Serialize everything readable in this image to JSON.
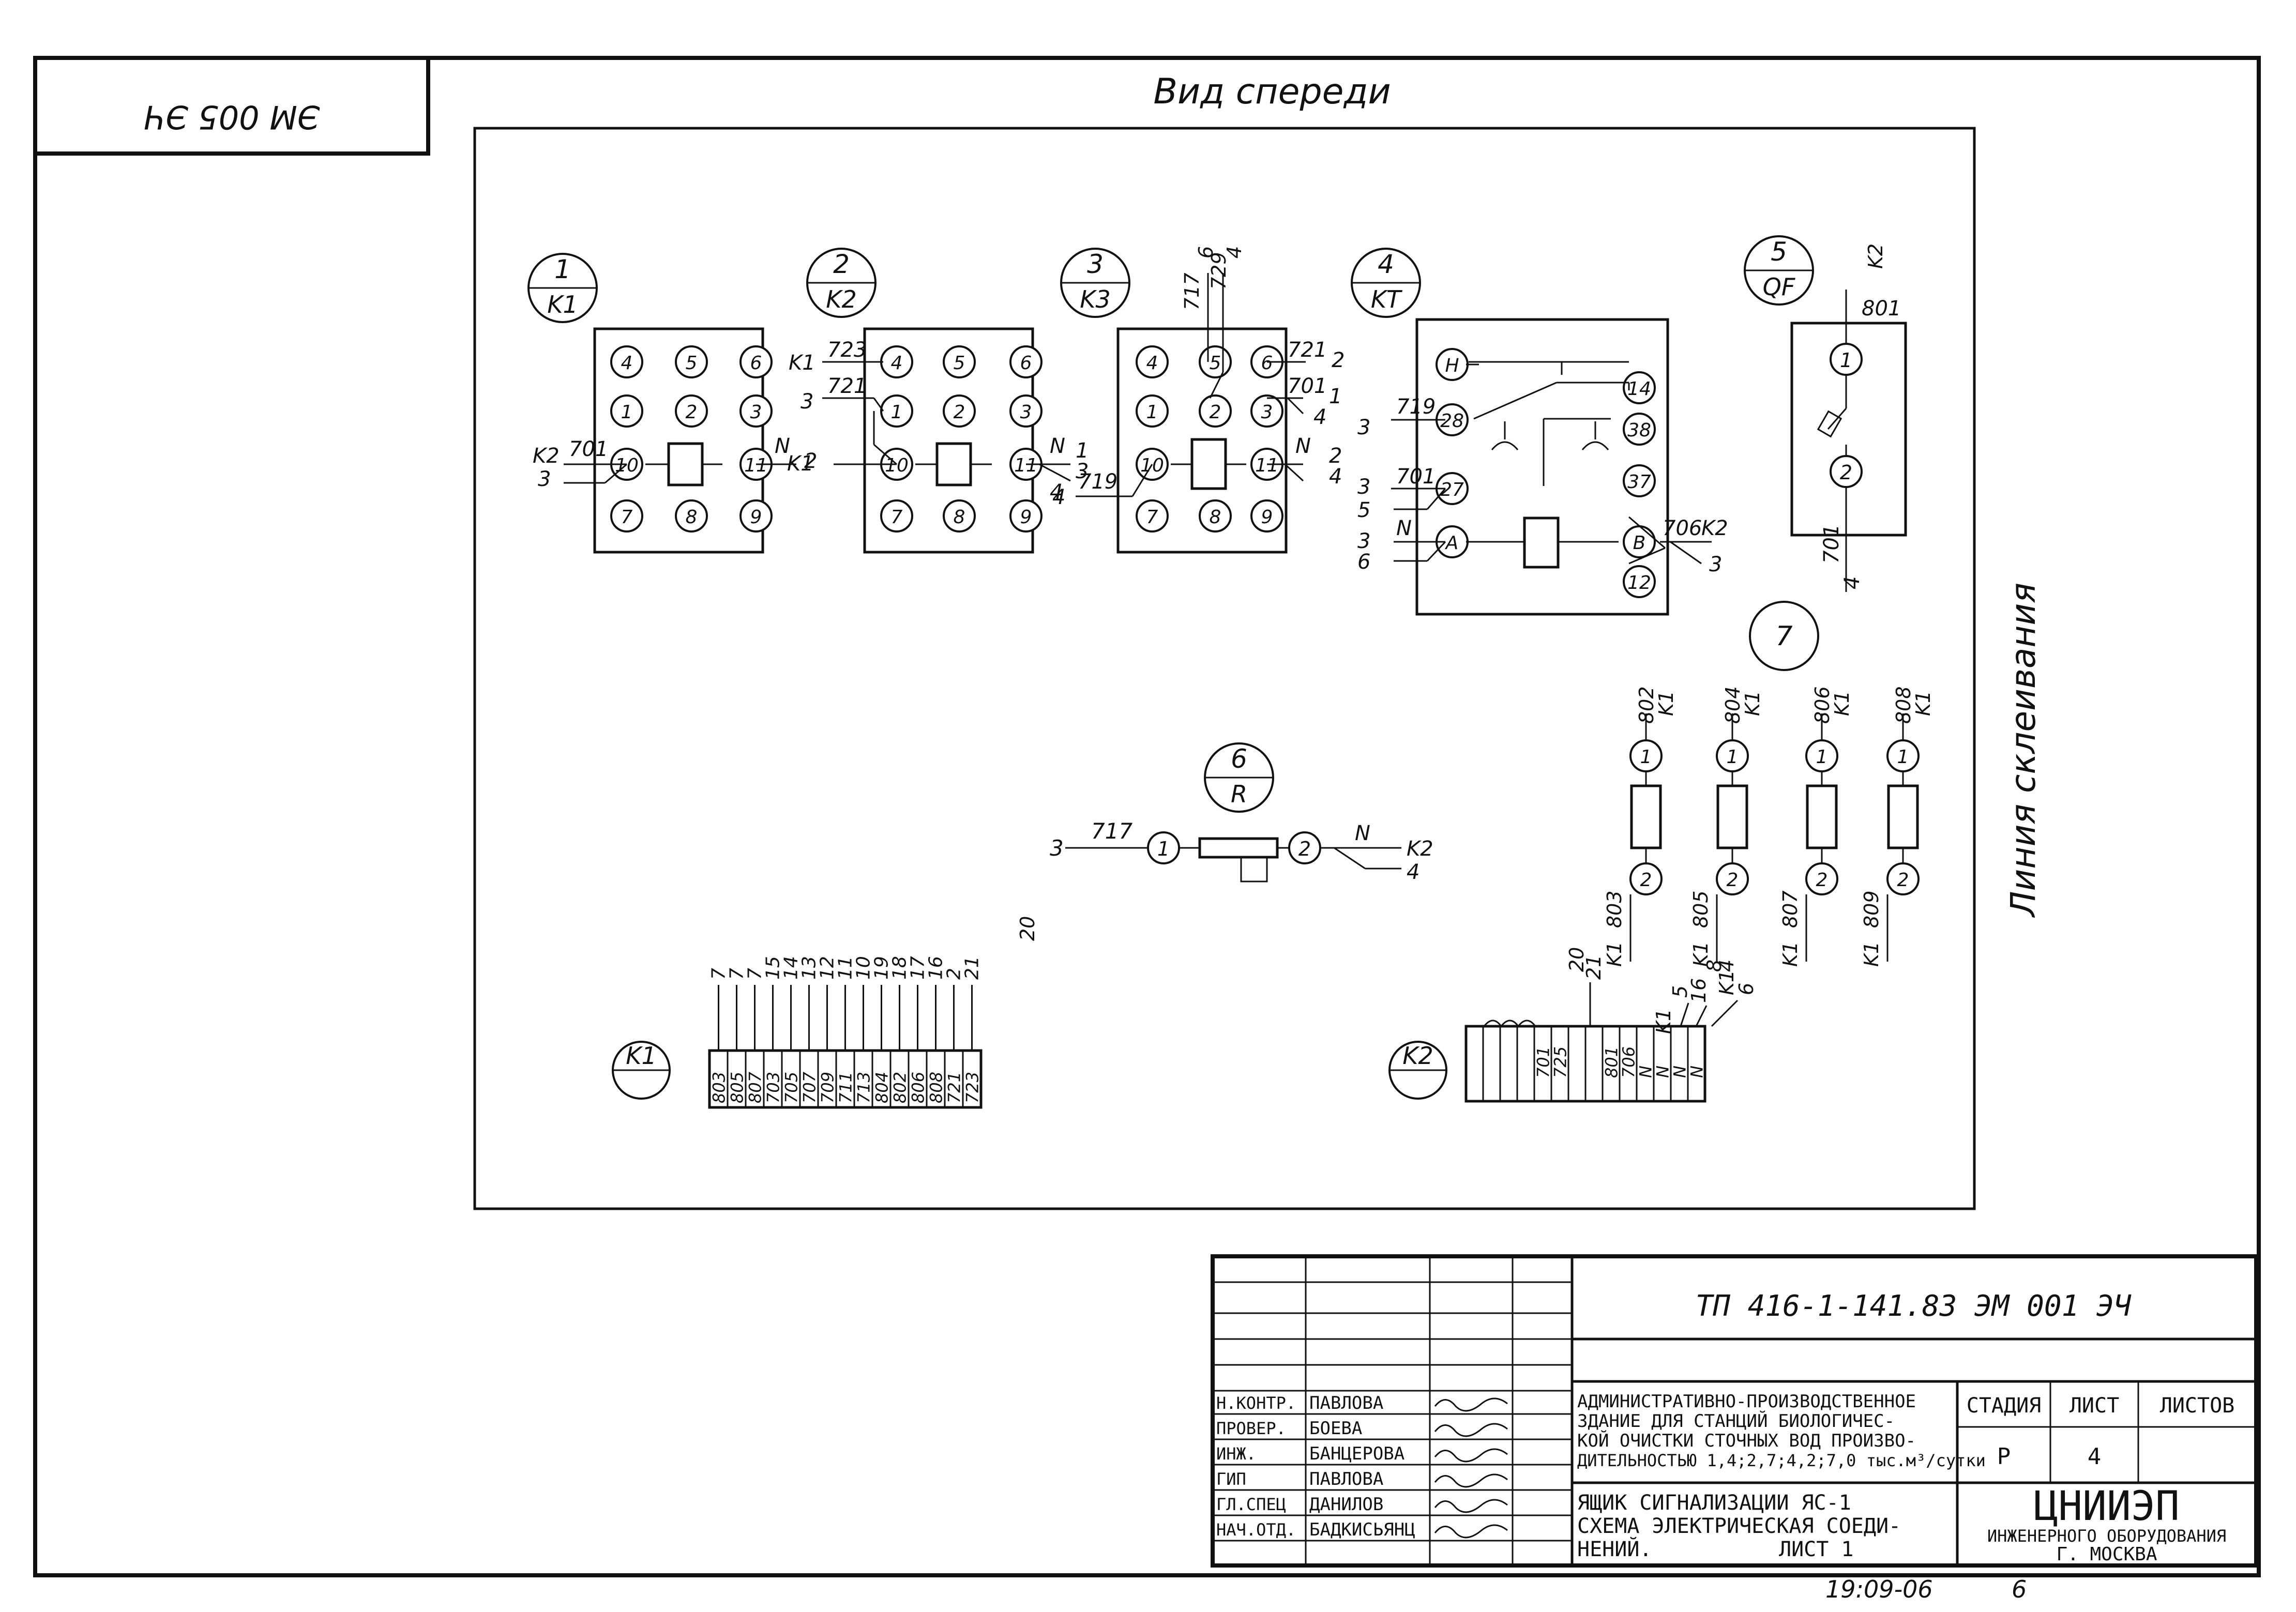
{
  "sheet": {
    "corner_stamp": "ЭМ 005 ЭЧ",
    "view_title": "Вид спереди",
    "glue_line": "Линия склеивания",
    "bottom_code": "19:09-06",
    "bottom_page": "6"
  },
  "components": [
    {
      "num": "1",
      "label": "K1"
    },
    {
      "num": "2",
      "label": "K2"
    },
    {
      "num": "3",
      "label": "K3"
    },
    {
      "num": "4",
      "label": "KT"
    },
    {
      "num": "5",
      "label": "QF"
    },
    {
      "num": "6",
      "label": "R"
    },
    {
      "num": "7",
      "label": ""
    }
  ],
  "relay_pins": [
    "4",
    "5",
    "6",
    "1",
    "2",
    "3",
    "10",
    "11",
    "7",
    "8",
    "9"
  ],
  "wires": {
    "k1": {
      "left_top": "K2",
      "left_mark": "701",
      "left_bottom": "3",
      "right_mark": "N",
      "right_num": "2"
    },
    "k2": {
      "k1_top": "K1",
      "m723": "723",
      "three": "3",
      "m721": "721",
      "k1_mid": "K1",
      "n": "N",
      "r1": "1",
      "r3": "3",
      "r4": "4"
    },
    "k3": {
      "top_717": "717",
      "top_6": "6",
      "top_729": "729",
      "top_4": "4",
      "m721": "721",
      "r2": "2",
      "m701": "701",
      "r1": "1",
      "r4": "4",
      "n": "N",
      "rr2": "2",
      "rr4": "4",
      "m719": "719",
      "left4": "4"
    },
    "kt": {
      "m719": "719",
      "l3a": "3",
      "m701": "701",
      "l3b": "3",
      "l5": "5",
      "n": "N",
      "l3c": "3",
      "l6": "6",
      "m706": "706",
      "k2": "K2",
      "r3": "3"
    },
    "kt_pins": [
      "H",
      "28",
      "14",
      "38",
      "27",
      "37",
      "A",
      "B",
      "12"
    ],
    "qf": {
      "k2": "K2",
      "m801": "801",
      "pin1": "1",
      "pin2": "2",
      "m701": "701",
      "four": "4"
    },
    "r": {
      "three": "3",
      "m717": "717",
      "pin1": "1",
      "pin2": "2",
      "n": "N",
      "k2": "K2",
      "four": "4"
    }
  },
  "fuses": [
    {
      "top": "802",
      "top_k": "K1",
      "bottom": "803",
      "bottom_k": "K1"
    },
    {
      "top": "804",
      "top_k": "K1",
      "bottom": "805",
      "bottom_k": "K1"
    },
    {
      "top": "806",
      "top_k": "K1",
      "bottom": "807",
      "bottom_k": "K1"
    },
    {
      "top": "808",
      "top_k": "K1",
      "bottom": "809",
      "bottom_k": "K1"
    }
  ],
  "fuse_pins": [
    "1",
    "2"
  ],
  "terminal_k1": {
    "label": "K1",
    "terminals": [
      "803",
      "805",
      "807",
      "703",
      "705",
      "707",
      "709",
      "711",
      "713",
      "804",
      "802",
      "806",
      "808",
      "721",
      "723"
    ],
    "destinations": [
      "7",
      "7",
      "7",
      "15",
      "14",
      "13",
      "12",
      "11",
      "10",
      "19",
      "18",
      "17",
      "16",
      "2",
      "21"
    ],
    "extra_destination": "20"
  },
  "terminal_k2": {
    "label": "K2",
    "terminals": [
      "",
      "",
      "",
      "",
      "701",
      "725",
      "",
      "",
      "801",
      "706",
      "N",
      "N",
      "N",
      "N"
    ],
    "dest_top": [
      "20",
      "21"
    ],
    "dest_right": [
      "K1",
      "5",
      "16",
      "8",
      "4",
      "K1",
      "6"
    ]
  },
  "title_block": {
    "doc_code": "ТП 416-1-141.83 ЭМ 001 ЭЧ",
    "roles": [
      "Н.КОНТР.",
      "ПРОВЕР.",
      "ИНЖ.",
      "ГИП",
      "ГЛ.СПЕЦ",
      "НАЧ.ОТД."
    ],
    "names": [
      "ПАВЛОВА",
      "БОЕВА",
      "БАНЦЕРОВА",
      "ПАВЛОВА",
      "ДАНИЛОВ",
      "БАДКИСЬЯНЦ"
    ],
    "object_lines": [
      "АДМИНИСТРАТИВНО-ПРОИЗВОДСТВЕННОЕ",
      "ЗДАНИЕ ДЛЯ СТАНЦИЙ БИОЛОГИЧЕС-",
      "КОЙ ОЧИСТКИ СТОЧНЫХ ВОД ПРОИЗВО-",
      "ДИТЕЛЬНОСТЬЮ 1,4;2,7;4,2;7,0 тыс.м³/сутки"
    ],
    "sheet_lines": [
      "ЯЩИК СИГНАЛИЗАЦИИ ЯС-1",
      "СХЕМА ЭЛЕКТРИЧЕСКАЯ СОЕДИ-",
      "НЕНИЙ.",
      "ЛИСТ 1"
    ],
    "stage_h": "СТАДИЯ",
    "list_h": "ЛИСТ",
    "lists_h": "ЛИСТОВ",
    "stage_v": "Р",
    "list_v": "4",
    "org_name": "ЦНИИЭП",
    "org_lines": [
      "ИНЖЕНЕРНОГО ОБОРУДОВАНИЯ",
      "Г. МОСКВА"
    ]
  }
}
